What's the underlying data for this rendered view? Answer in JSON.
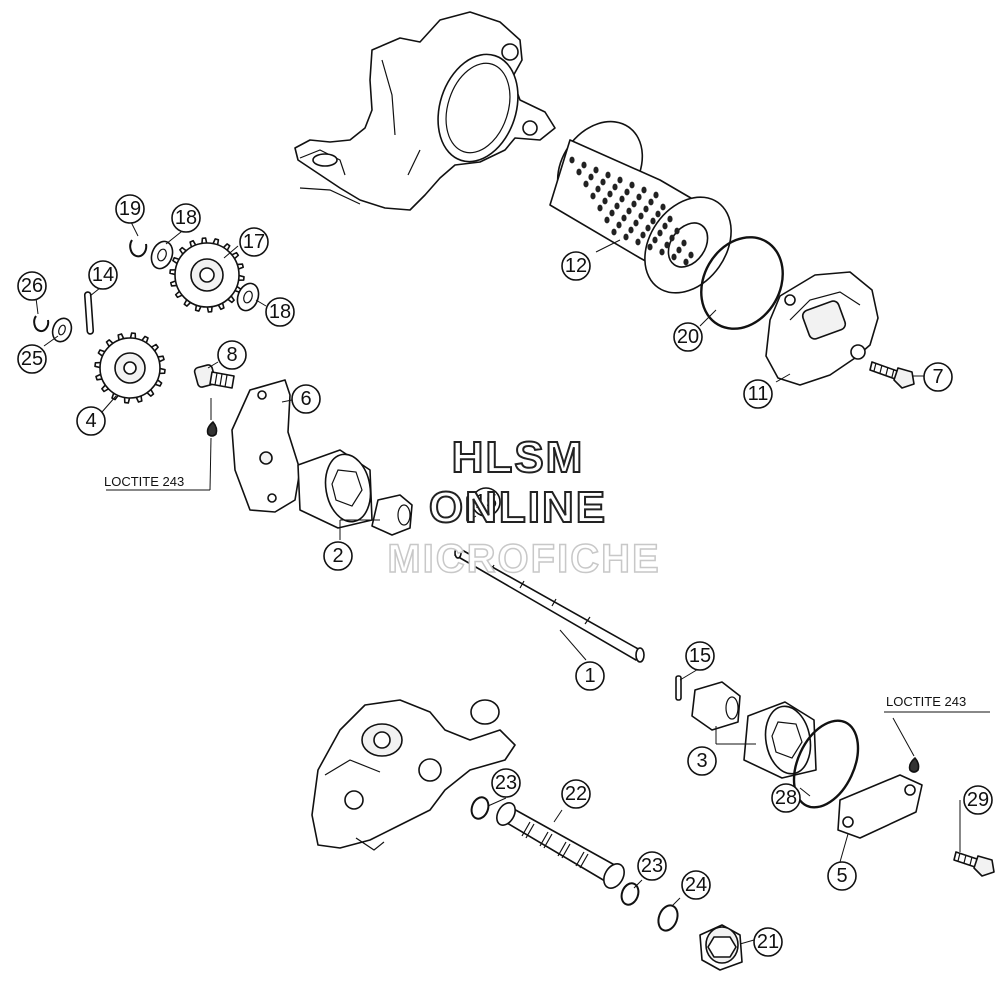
{
  "watermark": {
    "line1": "HLSM",
    "line2": "ONLINE",
    "line3": "MICROFICHE"
  },
  "notes": {
    "loctite_left": "LOCTITE 243",
    "loctite_right": "LOCTITE 243"
  },
  "callouts": {
    "c1": "1",
    "c2": "2",
    "c3": "3",
    "c4": "4",
    "c5": "5",
    "c6": "6",
    "c7": "7",
    "c8": "8",
    "c11": "11",
    "c12": "12",
    "c14": "14",
    "c15a": "15",
    "c15b": "15",
    "c17": "17",
    "c18a": "18",
    "c18b": "18",
    "c19": "19",
    "c20": "20",
    "c21": "21",
    "c22": "22",
    "c23a": "23",
    "c23b": "23",
    "c24": "24",
    "c25": "25",
    "c26": "26",
    "c28": "28",
    "c29": "29"
  }
}
